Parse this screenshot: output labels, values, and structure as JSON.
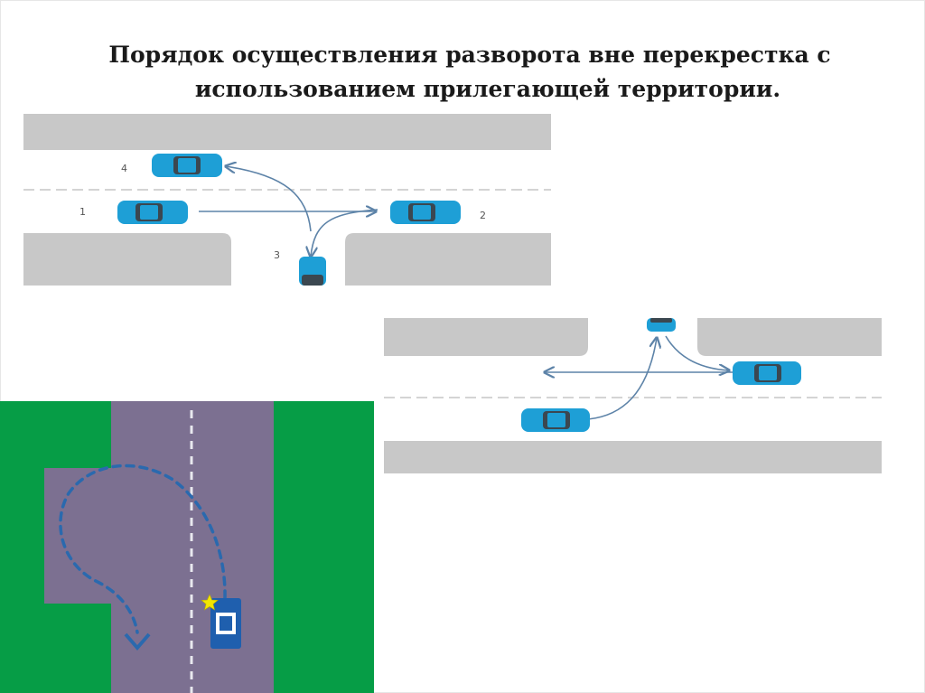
{
  "slide": {
    "title_line1": "Порядок осуществления разворота вне перекрестка с",
    "title_line2": "использованием прилегающей территории."
  },
  "diagram_top": {
    "car_labels": [
      "1",
      "2",
      "3",
      "4"
    ]
  },
  "colors": {
    "car_blue": "#1e9fd6",
    "car_roof": "#3b4750",
    "curb_gray": "#c8c8c8",
    "arrow": "#5d83a8",
    "grass_green": "#069d46",
    "road_purple": "#7c7091",
    "lane_dash": "#e8e8ee",
    "path_blue": "#2a69ae",
    "marker_car": "#1f5fae",
    "star": "#f2e600"
  },
  "icons": {
    "car": "car-icon",
    "star": "star-icon",
    "arrowhead": "chevron-down-icon"
  }
}
